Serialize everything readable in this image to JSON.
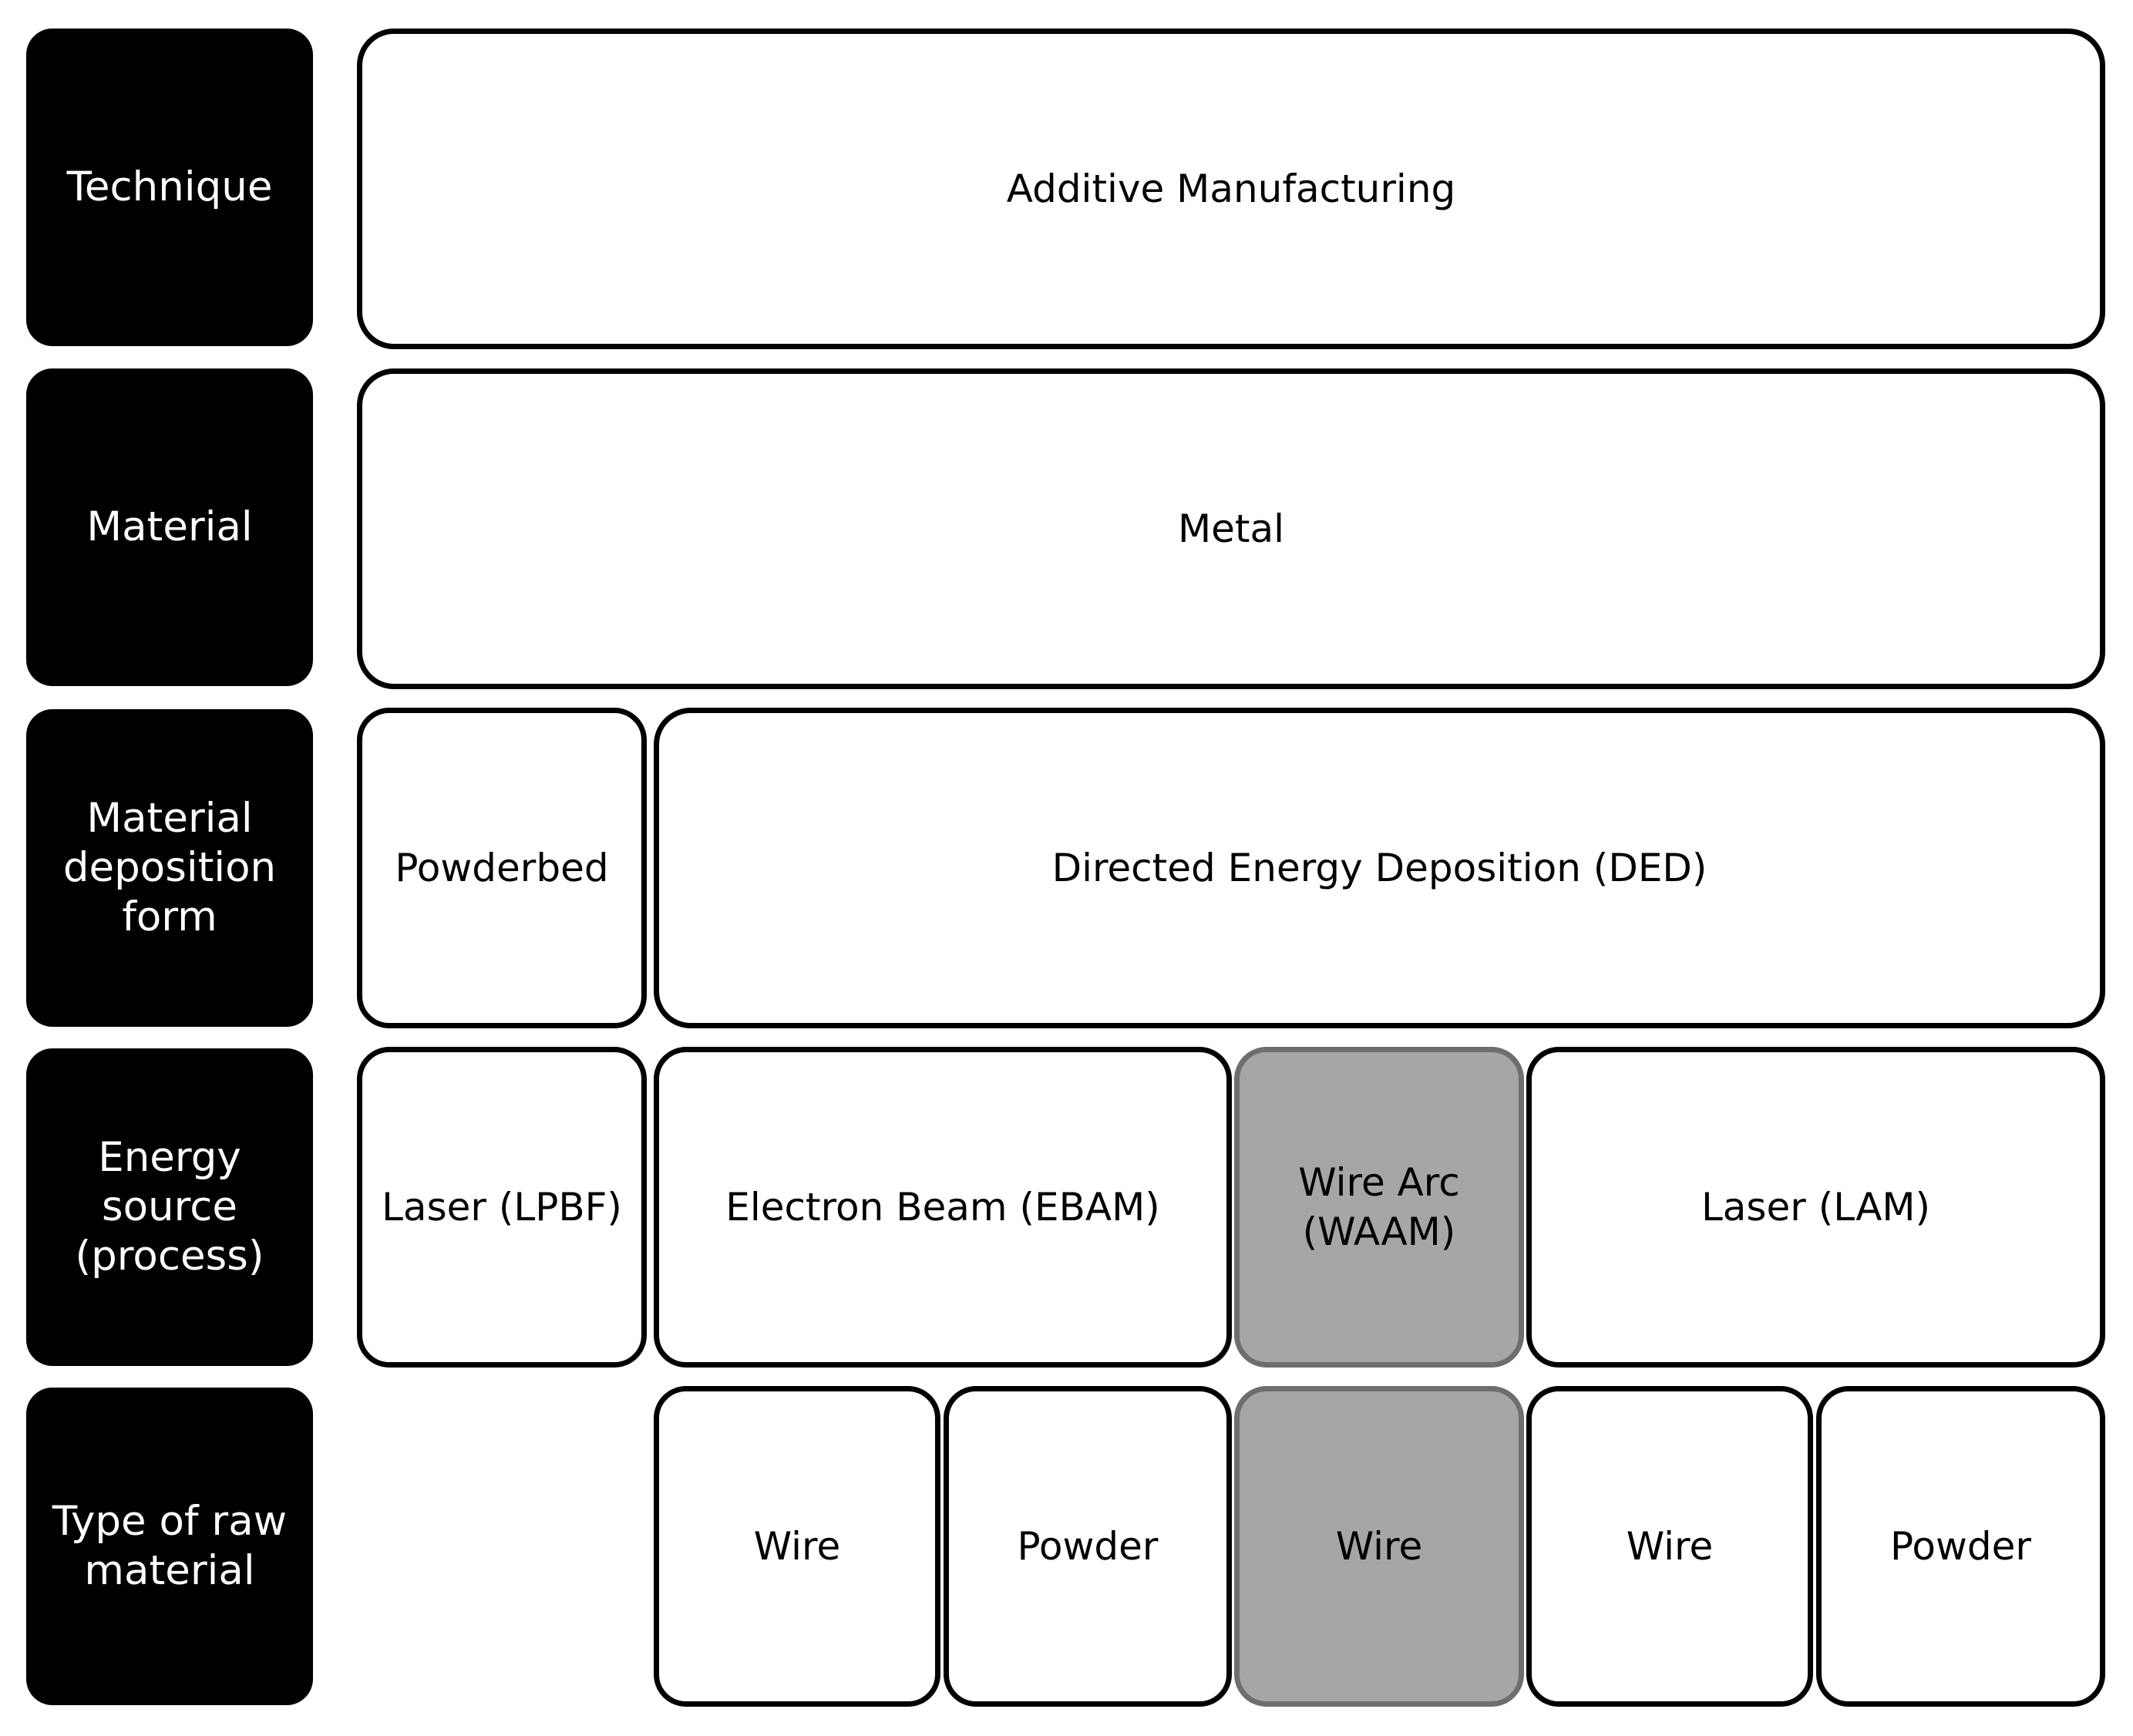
{
  "row_labels": {
    "technique": "Technique",
    "material": "Material",
    "deposition_form": "Material\ndeposition\nform",
    "energy_source": "Energy\nsource\n(process)",
    "raw_material": "Type of raw\nmaterial"
  },
  "technique": {
    "additive_manufacturing": "Additive Manufacturing"
  },
  "material": {
    "metal": "Metal"
  },
  "deposition_form": {
    "powderbed": "Powderbed",
    "ded": "Directed Energy Deposition (DED)"
  },
  "energy_source": {
    "lpbf": "Laser (LPBF)",
    "ebam": "Electron Beam (EBAM)",
    "waam": "Wire Arc\n(WAAM)",
    "lam": "Laser (LAM)"
  },
  "raw_material": {
    "ebam_wire": "Wire",
    "ebam_powder": "Powder",
    "waam_wire": "Wire",
    "lam_wire": "Wire",
    "lam_powder": "Powder"
  },
  "colors": {
    "label_background": "#000000",
    "node_background": "#ffffff",
    "highlight_background": "#a6a6a6",
    "highlight_border": "#6e6e6e"
  }
}
